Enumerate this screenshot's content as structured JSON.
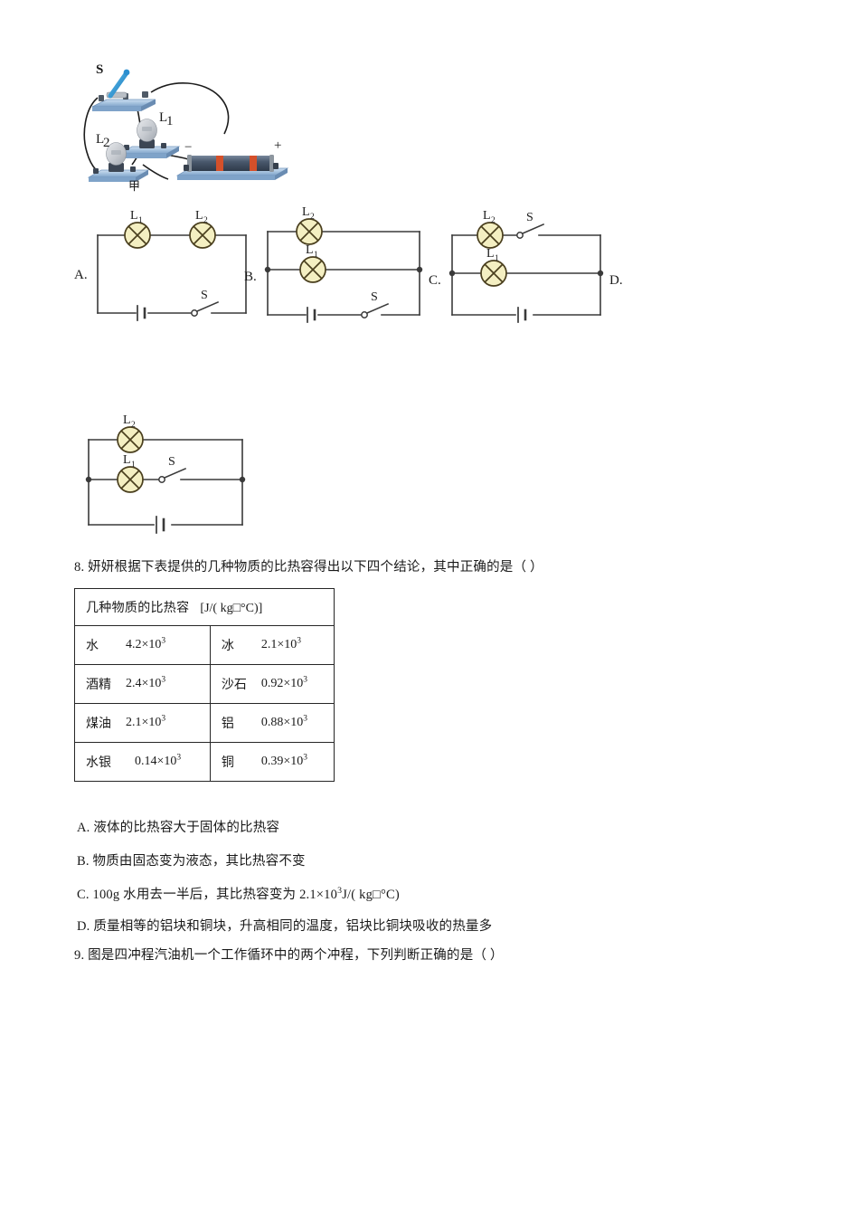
{
  "document": {
    "type": "physics-exam-page",
    "language": "zh-CN"
  },
  "apparatus_figure": {
    "name": "experimental-circuit-photo",
    "caption": "甲",
    "labels": {
      "switch": "S",
      "lamp1": "L",
      "lamp1_sub": "1",
      "lamp2": "L",
      "lamp2_sub": "2",
      "battery_negative": "−",
      "battery_positive": "+"
    },
    "colors": {
      "base_plate": "#a8c4e0",
      "base_plate_dark": "#6f93bb",
      "battery_body": "#4a5a6e",
      "battery_band": "#d4502a",
      "switch_lever": "#2b8fd0",
      "bulb_glass": "#c9ccd1",
      "wire": "#1a1a1a"
    }
  },
  "options": {
    "letters": [
      "A.",
      "B.",
      "C.",
      "D."
    ],
    "circuits": [
      {
        "key": "A",
        "label": "A.",
        "type": "series",
        "lamps": [
          {
            "name": "L",
            "sub": "1"
          },
          {
            "name": "L",
            "sub": "2"
          }
        ],
        "switch": "S",
        "switch_state": "open",
        "has_battery": true
      },
      {
        "key": "B",
        "label": "B.",
        "type": "parallel",
        "lamps": [
          {
            "name": "L",
            "sub": "2"
          },
          {
            "name": "L",
            "sub": "1"
          }
        ],
        "switch": "S",
        "switch_state": "open",
        "switch_position": "main-branch",
        "has_battery": true,
        "has_nodes": true
      },
      {
        "key": "C",
        "label": "C.",
        "type": "parallel",
        "lamps": [
          {
            "name": "L",
            "sub": "2"
          },
          {
            "name": "L",
            "sub": "1"
          }
        ],
        "switch": "S",
        "switch_state": "open",
        "switch_position": "upper-branch",
        "has_battery": true,
        "has_nodes": true
      },
      {
        "key": "D",
        "label": "D.",
        "type": "parallel",
        "lamps": [
          {
            "name": "L",
            "sub": "2"
          },
          {
            "name": "L",
            "sub": "1"
          }
        ],
        "switch": "S",
        "switch_state": "open",
        "switch_position": "lower-branch",
        "has_battery": true,
        "has_nodes": true
      }
    ]
  },
  "question8": {
    "stem": "8. 妍妍根据下表提供的几种物质的比热容得出以下四个结论，其中正确的是（   ）",
    "table": {
      "title": "几种物质的比热容",
      "unit": "[J/( kg□°C)]",
      "rows": [
        {
          "left_name": "水",
          "left_value_mantissa": "4.2×10",
          "left_exp": "3",
          "right_name": "冰",
          "right_value_mantissa": "2.1×10",
          "right_exp": "3"
        },
        {
          "left_name": "酒精",
          "left_value_mantissa": "2.4×10",
          "left_exp": "3",
          "right_name": "沙石",
          "right_value_mantissa": "0.92×10",
          "right_exp": "3"
        },
        {
          "left_name": "煤油",
          "left_value_mantissa": "2.1×10",
          "left_exp": "3",
          "right_name": "铝",
          "right_value_mantissa": "0.88×10",
          "right_exp": "3"
        },
        {
          "left_name": "水银",
          "left_value_mantissa": "0.14×10",
          "left_exp": "3",
          "right_name": "铜",
          "right_value_mantissa": "0.39×10",
          "right_exp": "3"
        }
      ]
    },
    "choices": {
      "a": "A. 液体的比热容大于固体的比热容",
      "b": "B. 物质由固态变为液态，其比热容不变",
      "c_prefix": "C. 100g 水用去一半后，其比热容变为 2.1×10",
      "c_exp": "3",
      "c_suffix": "J/( kg□°C)",
      "d": "D. 质量相等的铝块和铜块，升高相同的温度，铝块比铜块吸收的热量多"
    }
  },
  "question9": {
    "stem": "9. 图是四冲程汽油机一个工作循环中的两个冲程，下列判断正确的是（      ）"
  },
  "colors": {
    "text": "#1a1a1a",
    "lamp_fill": "#f4efc2",
    "lamp_stroke": "#4a3f1e",
    "wire": "#3a3a3a",
    "table_border": "#262626"
  }
}
